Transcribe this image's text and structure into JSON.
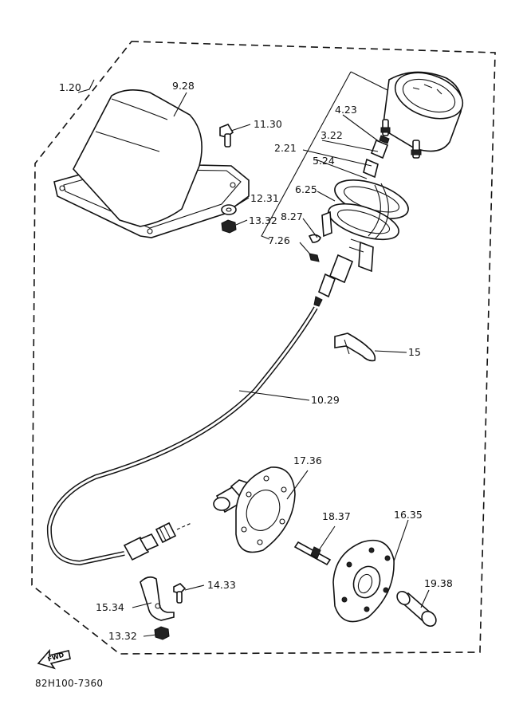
{
  "diagram": {
    "catalog_code": "82H100-7360",
    "fwd_label": "FWD",
    "parts": {
      "p1": "1.20",
      "p2": "2.21",
      "p3": "3.22",
      "p4": "4.23",
      "p5": "5.24",
      "p6": "6.25",
      "p7": "7.26",
      "p8": "8.27",
      "p9": "9.28",
      "p10": "10.29",
      "p11": "11.30",
      "p12": "12.31",
      "p13a": "13.32",
      "p13b": "13.32",
      "p14": "14.33",
      "p15a": "15",
      "p15b": "15.34",
      "p16": "16.35",
      "p17": "17.36",
      "p18": "18.37",
      "p19": "19.38"
    }
  }
}
